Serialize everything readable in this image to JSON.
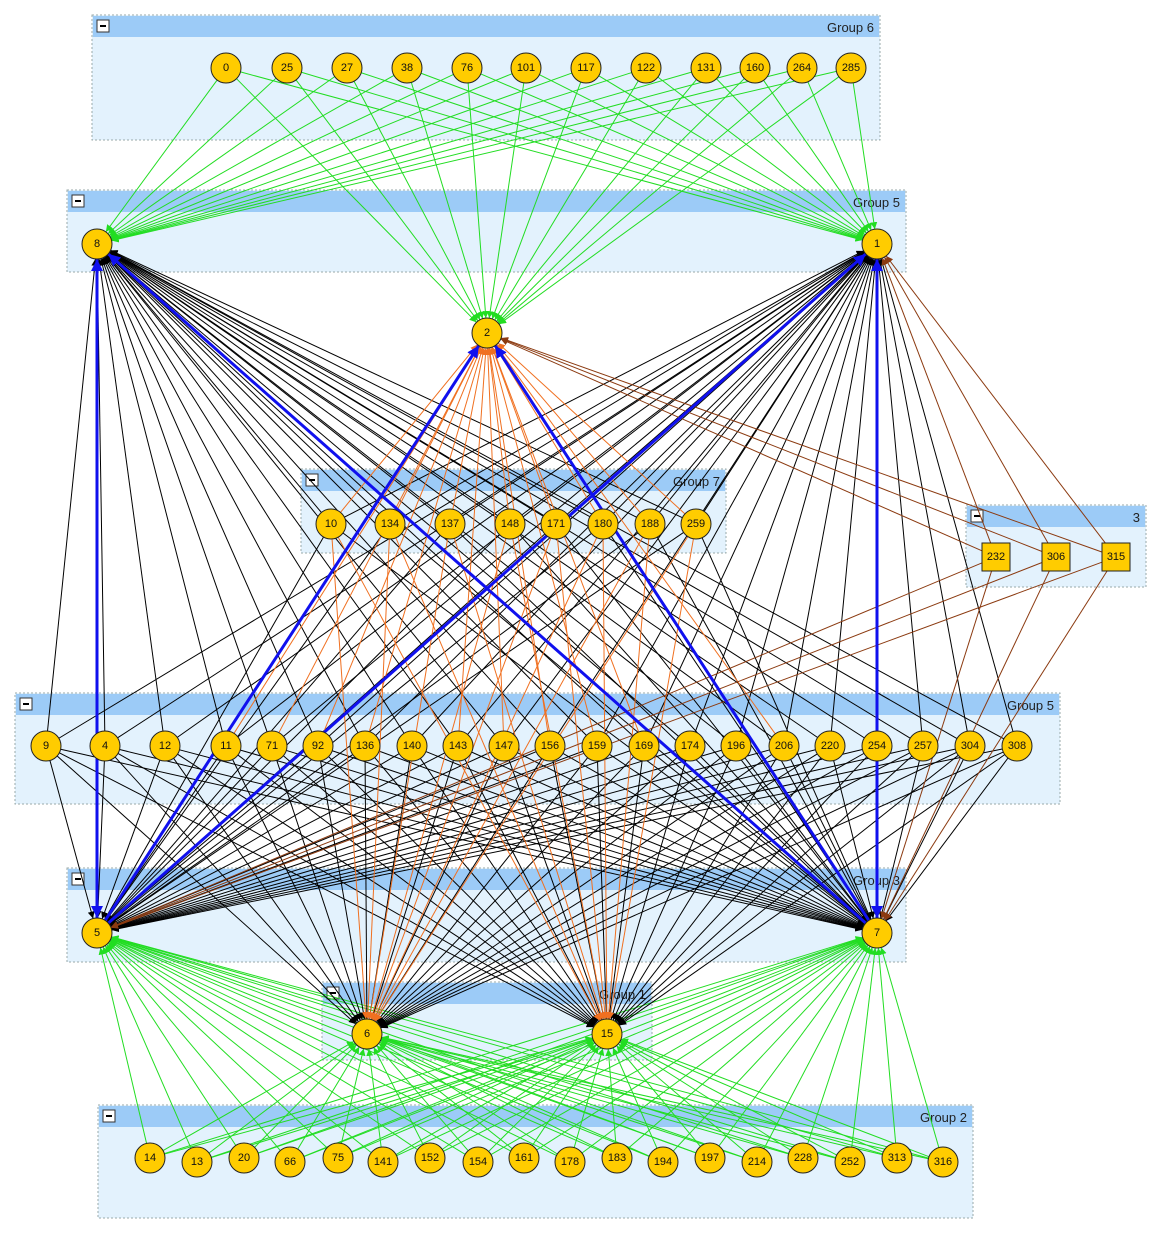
{
  "colors": {
    "green": "#22dd22",
    "black": "#000000",
    "orange": "#f07020",
    "brown": "#8b3a10",
    "blue": "#1010ee",
    "node": "#ffcc00",
    "group_bg": "#e3f2fd",
    "group_header": "#9ccbf7"
  },
  "groups": [
    {
      "id": "g6",
      "title": "Group 6",
      "nodes": [
        "0",
        "25",
        "27",
        "38",
        "76",
        "101",
        "117",
        "122",
        "131",
        "160",
        "264",
        "285"
      ]
    },
    {
      "id": "g5top",
      "title": "Group 5",
      "nodes": [
        "8",
        "1"
      ]
    },
    {
      "id": "g7",
      "title": "Group 7",
      "nodes": [
        "10",
        "134",
        "137",
        "148",
        "171",
        "180",
        "188",
        "259"
      ]
    },
    {
      "id": "g3small",
      "title": "3",
      "nodes": [
        "232",
        "306",
        "315"
      ]
    },
    {
      "id": "g5mid",
      "title": "Group 5",
      "nodes": [
        "9",
        "4",
        "12",
        "11",
        "71",
        "92",
        "136",
        "140",
        "143",
        "147",
        "156",
        "159",
        "169",
        "174",
        "196",
        "206",
        "220",
        "254",
        "257",
        "304",
        "308"
      ]
    },
    {
      "id": "g3",
      "title": "Group 3",
      "nodes": [
        "5",
        "7"
      ]
    },
    {
      "id": "g1",
      "title": "Group 1",
      "nodes": [
        "6",
        "15"
      ]
    },
    {
      "id": "g2",
      "title": "Group 2",
      "nodes": [
        "14",
        "13",
        "20",
        "66",
        "75",
        "141",
        "152",
        "154",
        "161",
        "178",
        "183",
        "194",
        "197",
        "214",
        "228",
        "252",
        "313",
        "316"
      ]
    }
  ],
  "free_nodes": [
    "2"
  ],
  "edge_sets": [
    {
      "kind": "green",
      "sources_group": "g6",
      "targets": [
        "8",
        "1",
        "2"
      ]
    },
    {
      "kind": "green",
      "sources_group": "g2",
      "targets": [
        "5",
        "7",
        "6",
        "15"
      ]
    },
    {
      "kind": "black",
      "sources_group": "g5mid",
      "targets": [
        "8",
        "1",
        "5",
        "7",
        "6",
        "15"
      ]
    },
    {
      "kind": "black",
      "sources_group": "g7",
      "targets": [
        "8",
        "1",
        "5",
        "7"
      ]
    },
    {
      "kind": "orange",
      "sources_group": "g7",
      "targets": [
        "2",
        "6",
        "15"
      ]
    },
    {
      "kind": "orange",
      "sources": [
        "11",
        "71",
        "92",
        "136",
        "143",
        "147",
        "156",
        "159",
        "169",
        "206"
      ],
      "targets": [
        "2"
      ]
    },
    {
      "kind": "brown",
      "sources_group": "g3small",
      "targets": [
        "1",
        "2",
        "5",
        "7"
      ]
    },
    {
      "kind": "blue",
      "pairs": [
        [
          "8",
          "5"
        ],
        [
          "5",
          "8"
        ],
        [
          "1",
          "7"
        ],
        [
          "7",
          "1"
        ],
        [
          "5",
          "2"
        ],
        [
          "5",
          "1"
        ],
        [
          "7",
          "8"
        ],
        [
          "7",
          "2"
        ]
      ]
    }
  ]
}
